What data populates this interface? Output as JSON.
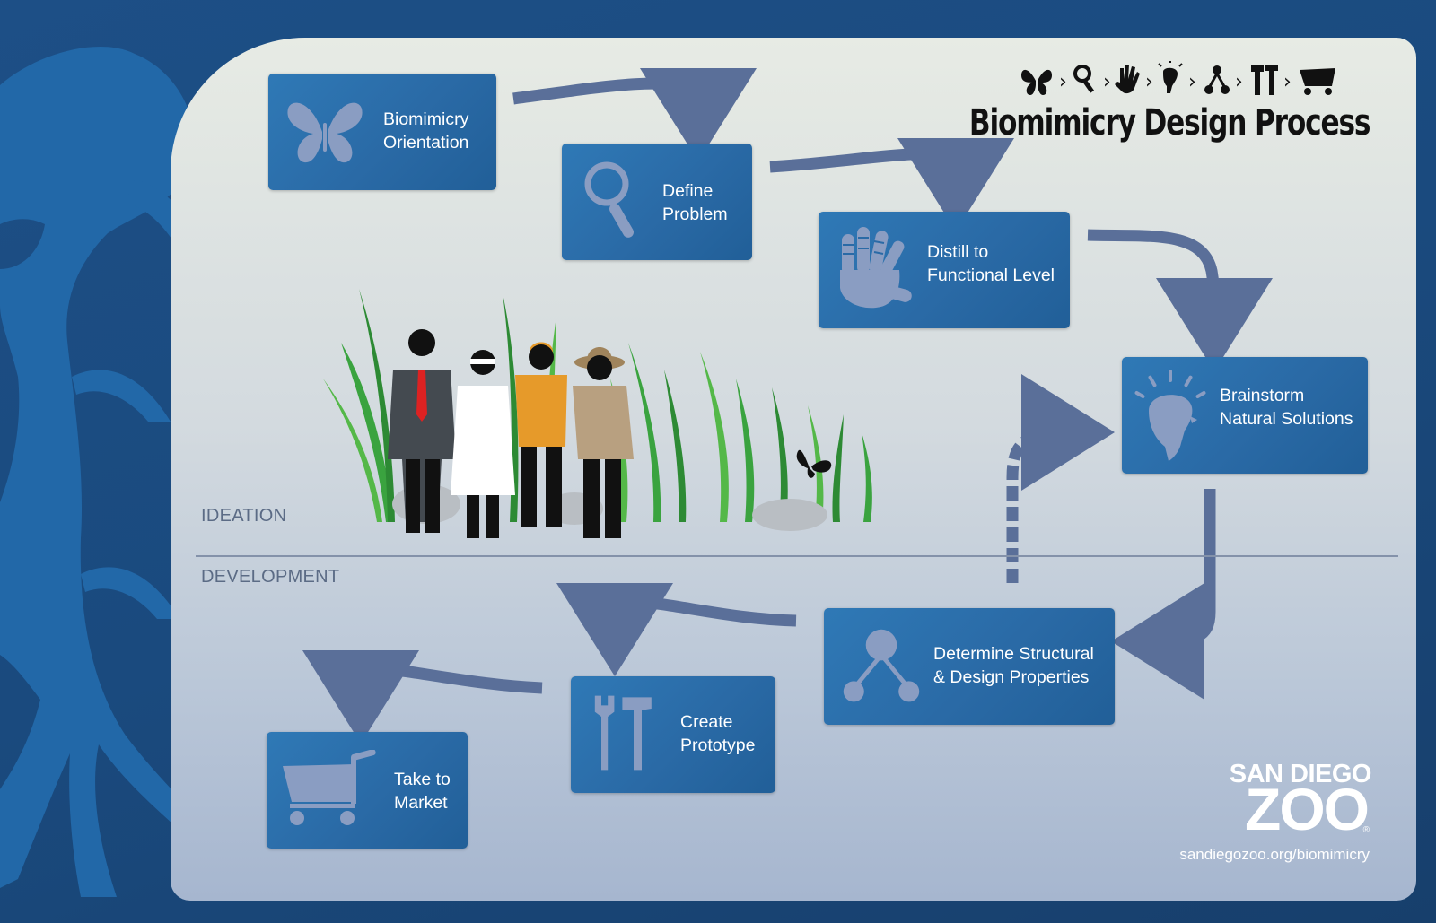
{
  "title": "Biomimicry Design Process",
  "sections": {
    "top": "IDEATION",
    "bottom": "DEVELOPMENT"
  },
  "steps": [
    {
      "label": "Biomimicry\nOrientation",
      "icon": "butterfly-icon"
    },
    {
      "label": "Define\nProblem",
      "icon": "magnifier-icon"
    },
    {
      "label": "Distill to\nFunctional Level",
      "icon": "hand-icon"
    },
    {
      "label": "Brainstorm\nNatural Solutions",
      "icon": "head-lightbulb-icon"
    },
    {
      "label": "Determine Structural\n& Design Properties",
      "icon": "structure-icon"
    },
    {
      "label": "Create\nPrototype",
      "icon": "tools-icon"
    },
    {
      "label": "Take to\nMarket",
      "icon": "cart-icon"
    }
  ],
  "logo": {
    "line1": "SAN DIEGO",
    "line2": "ZOO",
    "mark": "®"
  },
  "url": "sandiegozoo.org/biomimicry",
  "colors": {
    "box": "#2a6aa6",
    "icon": "#8a9dc2",
    "arrow": "#5a6f99",
    "background": "#1d4f86"
  }
}
